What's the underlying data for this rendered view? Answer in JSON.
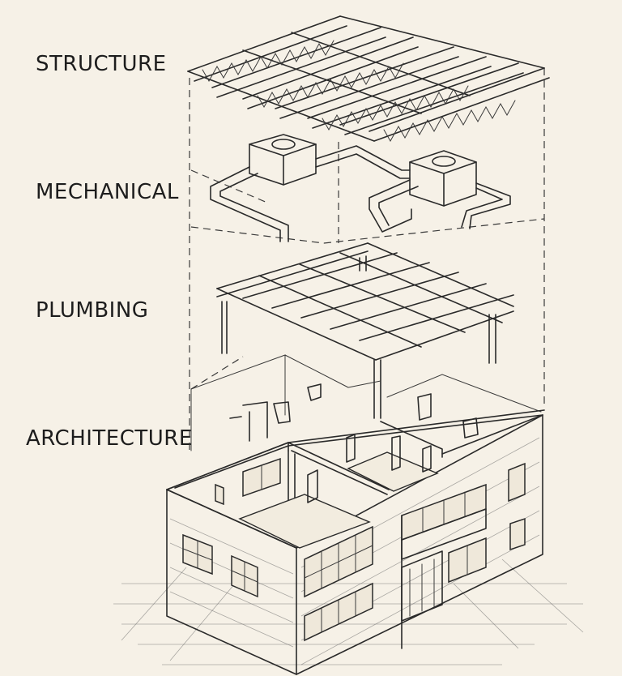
{
  "colors": {
    "paper": "#f6f1e7",
    "ink": "#2a2a2a"
  },
  "labels": {
    "structure": "STRUCTURE",
    "mechanical": "MECHANICAL",
    "plumbing": "PLUMBING",
    "architecture": "ARCHITECTURE"
  }
}
